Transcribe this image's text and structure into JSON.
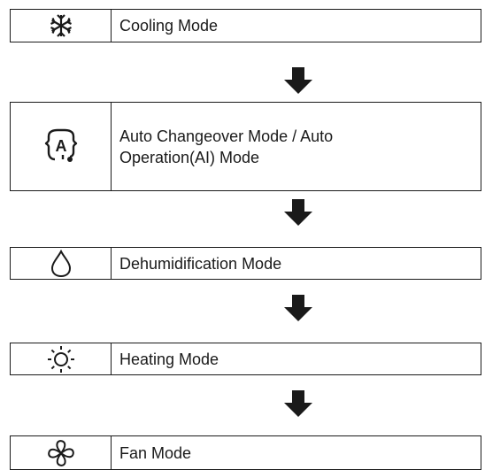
{
  "modes": [
    {
      "label": "Cooling Mode",
      "icon": "snowflake-icon"
    },
    {
      "label_line1": "Auto Changeover Mode / Auto",
      "label_line2": "Operation(AI) Mode",
      "icon": "auto-mode-icon"
    },
    {
      "label": "Dehumidification Mode",
      "icon": "water-drop-icon"
    },
    {
      "label": "Heating Mode",
      "icon": "sun-icon"
    },
    {
      "label": "Fan Mode",
      "icon": "fan-icon"
    }
  ],
  "arrows": [
    "down-arrow",
    "down-arrow",
    "down-arrow",
    "down-arrow"
  ],
  "colors": {
    "line": "#1a1a1a",
    "background": "#ffffff"
  }
}
